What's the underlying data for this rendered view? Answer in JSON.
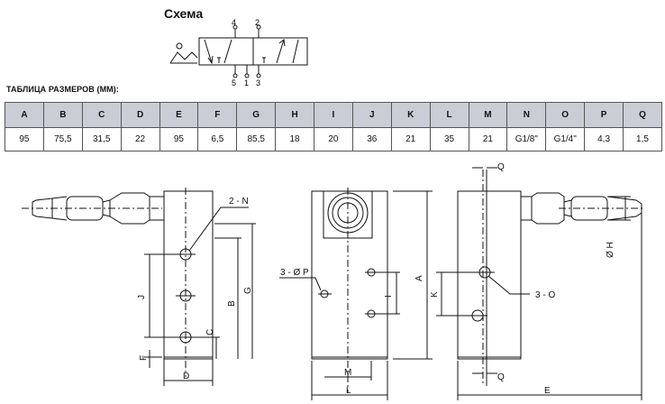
{
  "schema": {
    "title": "Схема",
    "ports_top": [
      "4",
      "2"
    ],
    "ports_bottom": [
      "5",
      "1",
      "3"
    ]
  },
  "table": {
    "caption": "ТАБЛИЦА РАЗМЕРОВ (ММ):",
    "headers": [
      "A",
      "B",
      "C",
      "D",
      "E",
      "F",
      "G",
      "H",
      "I",
      "J",
      "K",
      "L",
      "M",
      "N",
      "O",
      "P",
      "Q"
    ],
    "values": [
      "95",
      "75,5",
      "31,5",
      "22",
      "95",
      "6,5",
      "85,5",
      "18",
      "20",
      "36",
      "21",
      "35",
      "21",
      "G1/8\"",
      "G1/4\"",
      "4,3",
      "1,5"
    ]
  },
  "drawing": {
    "labels": {
      "two_n": "2 - N",
      "three_o": "3 - O",
      "three_p": "3 - Ø P",
      "a": "A",
      "b": "B",
      "c": "C",
      "d": "D",
      "e": "E",
      "f": "F",
      "g": "G",
      "h": "Ø H",
      "i": "I",
      "j": "J",
      "k": "K",
      "l": "L",
      "m": "M",
      "q_top": "Q",
      "q_bottom": "Q"
    }
  }
}
